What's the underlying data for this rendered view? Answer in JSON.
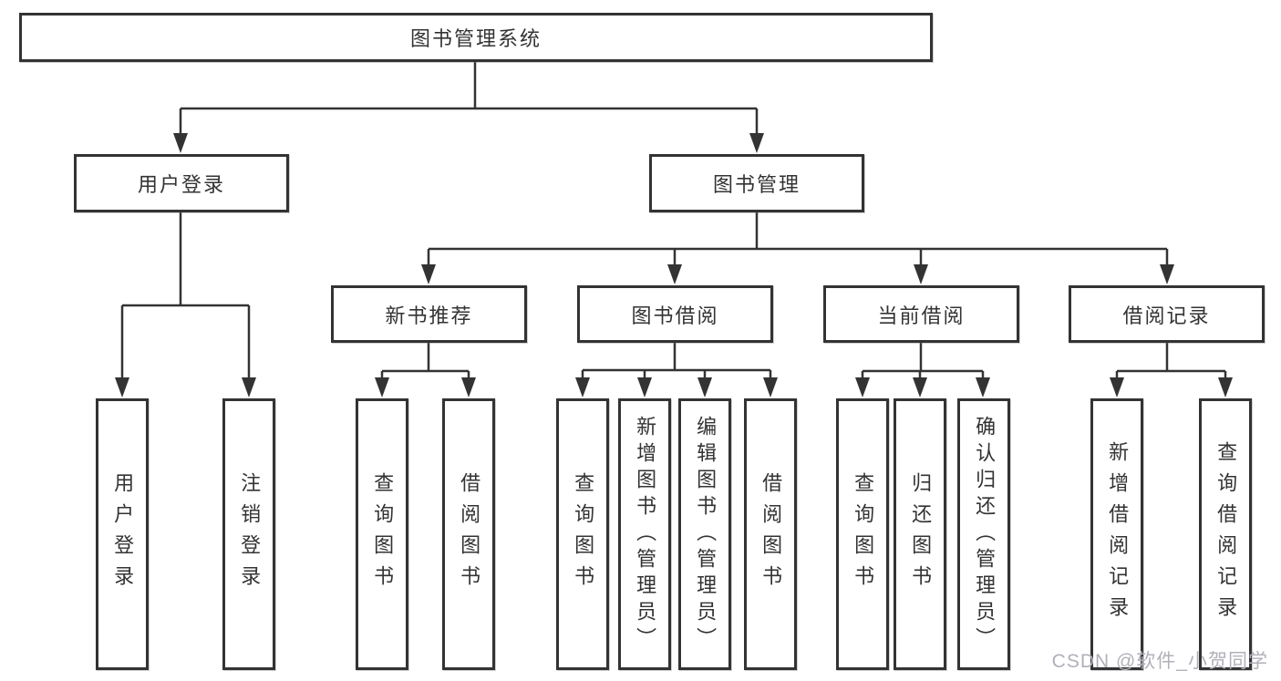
{
  "diagram": {
    "type": "hierarchy-tree",
    "root": {
      "label": "图书管理系统"
    },
    "branches": [
      {
        "label": "用户登录",
        "children": [
          {
            "label": "用户登录"
          },
          {
            "label": "注销登录"
          }
        ]
      },
      {
        "label": "图书管理",
        "sections": [
          {
            "label": "新书推荐",
            "children": [
              {
                "label": "查询图书"
              },
              {
                "label": "借阅图书"
              }
            ]
          },
          {
            "label": "图书借阅",
            "children": [
              {
                "label": "查询图书"
              },
              {
                "label": "新增图书（管理员）"
              },
              {
                "label": "编辑图书（管理员）"
              },
              {
                "label": "借阅图书"
              }
            ]
          },
          {
            "label": "当前借阅",
            "children": [
              {
                "label": "查询图书"
              },
              {
                "label": "归还图书"
              },
              {
                "label": "确认归还（管理员）"
              }
            ]
          },
          {
            "label": "借阅记录",
            "children": [
              {
                "label": "新增借阅记录"
              },
              {
                "label": "查询借阅记录"
              }
            ]
          }
        ]
      }
    ],
    "colors": {
      "line": "#333333",
      "box_border": "#333333",
      "text": "#333333",
      "background": "#ffffff",
      "watermark": "#b1b0b9"
    }
  },
  "watermark": {
    "text": "CSDN @软件_小贺同学"
  }
}
